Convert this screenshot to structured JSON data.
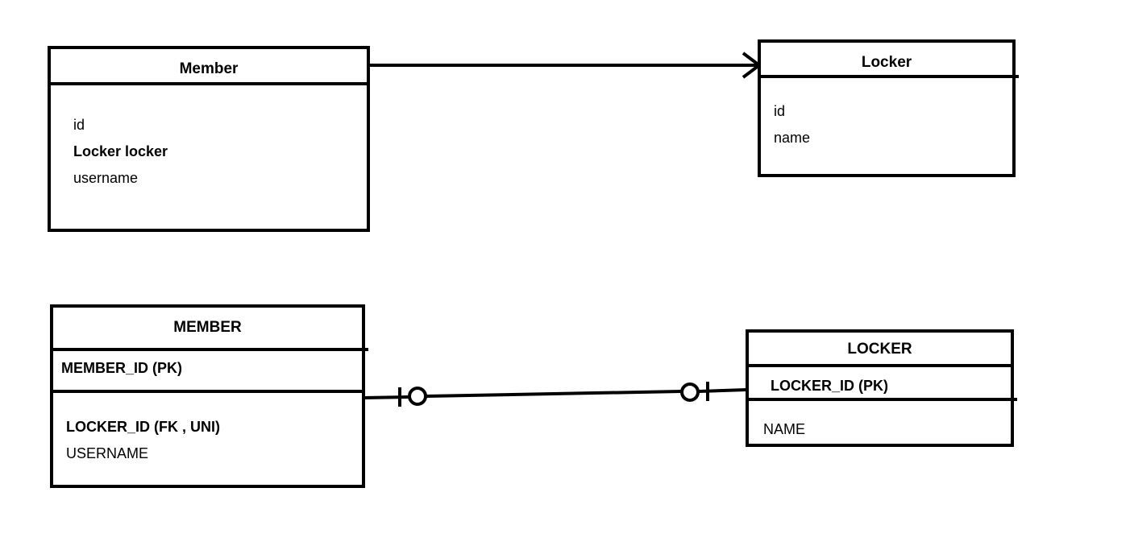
{
  "object_model": {
    "member": {
      "title": "Member",
      "fields": [
        "id",
        "Locker locker",
        "username"
      ]
    },
    "locker": {
      "title": "Locker",
      "fields": [
        "id",
        "name"
      ]
    }
  },
  "table_model": {
    "member": {
      "title": "MEMBER",
      "pk": "MEMBER_ID (PK)",
      "fields": [
        "LOCKER_ID (FK , UNI)",
        "USERNAME"
      ]
    },
    "locker": {
      "title": "LOCKER",
      "pk": "LOCKER_ID (PK)",
      "fields": [
        "NAME"
      ]
    }
  }
}
